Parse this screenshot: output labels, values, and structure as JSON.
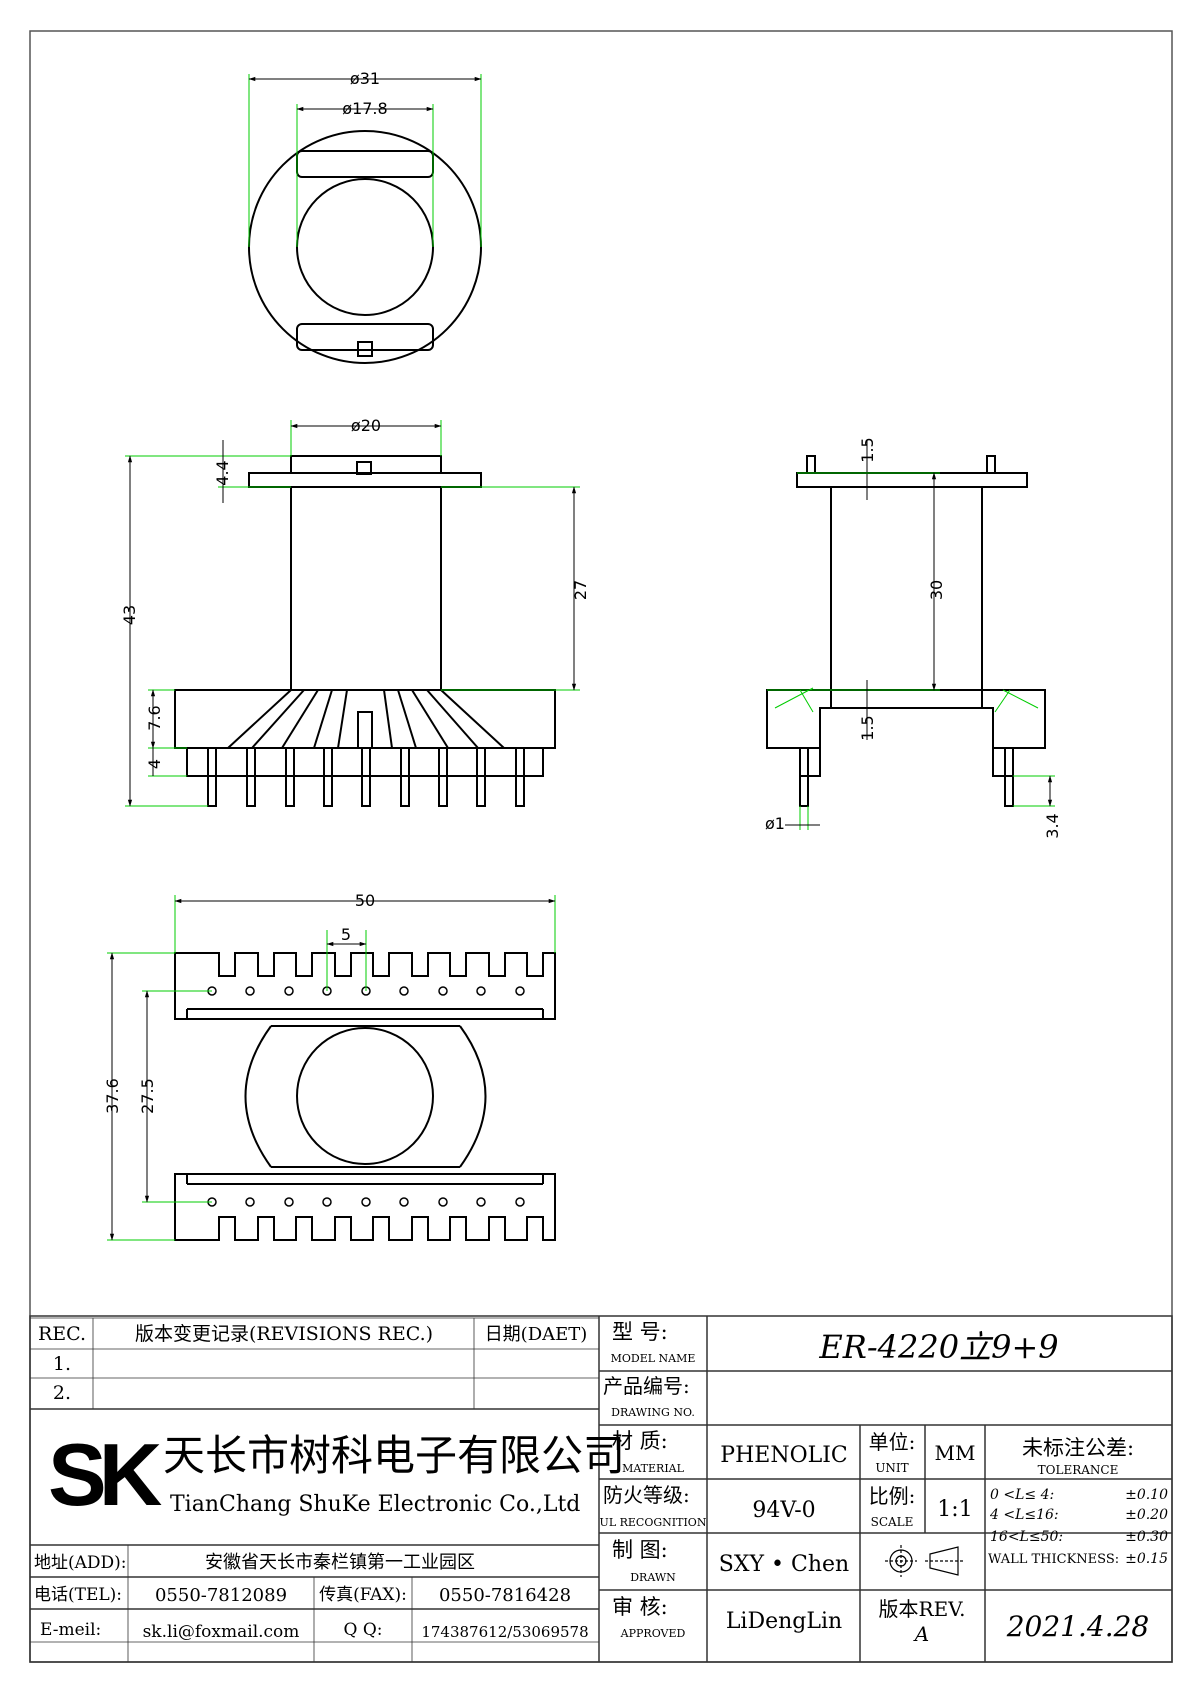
{
  "dimensions": {
    "top_outer_dia": "ø31",
    "top_inner_dia": "ø17.8",
    "side_flange_dia": "ø20",
    "flange_thickness": "4.4",
    "overall_height": "43",
    "winding_height": "27",
    "base_height": "7.6",
    "pin_length": "4",
    "right_top_flange": "1.5",
    "right_winding": "30",
    "right_bottom_flange": "1.5",
    "pin_dia": "ø1",
    "pin_protrusion": "3.4",
    "base_width": "50",
    "pin_pitch": "5",
    "base_depth": "37.6",
    "pin_row_spacing": "27.5"
  },
  "title_block": {
    "rev_header": "REC.",
    "rev_desc_header": "版本变更记录(REVISIONS REC.)",
    "rev_date_header": "日期(DAET)",
    "rev_rows": [
      "1.",
      "2."
    ],
    "company_logo": "SK",
    "company_cn": "天长市树科电子有限公司",
    "company_en": "TianChang ShuKe Electronic Co.,Ltd",
    "addr_label": "地址(ADD):",
    "addr_value": "安徽省天长市秦栏镇第一工业园区",
    "tel_label": "电话(TEL):",
    "tel_value": "0550-7812089",
    "fax_label": "传真(FAX):",
    "fax_value": "0550-7816428",
    "email_label": "E-meil:",
    "email_value": "sk.li@foxmail.com",
    "qq_label": "Q Q:",
    "qq_value": "174387612/53069578",
    "model_label_cn": "型    号:",
    "model_label_en": "MODEL NAME",
    "model_value": "ER-4220立9+9",
    "drawing_label_cn": "产品编号:",
    "drawing_label_en": "DRAWING NO.",
    "drawing_value": "",
    "material_label_cn": "材    质:",
    "material_label_en": "MATERIAL",
    "material_value": "PHENOLIC",
    "unit_label_cn": "单位:",
    "unit_label_en": "UNIT",
    "unit_value": "MM",
    "ul_label_cn": "防火等级:",
    "ul_label_en": "UL RECOGNITION",
    "ul_value": "94V-0",
    "scale_label_cn": "比例:",
    "scale_label_en": "SCALE",
    "scale_value": "1:1",
    "drawn_label_cn": "制    图:",
    "drawn_label_en": "DRAWN",
    "drawn_value": "SXY • Chen",
    "approved_label_cn": "审    核:",
    "approved_label_en": "APPROVED",
    "approved_value": "LiDengLin",
    "rev_label": "版本REV.",
    "rev_value": "A",
    "date_value": "2021.4.28",
    "tol_title": "未标注公差:",
    "tol_en": "TOLERANCE",
    "tol_rows": [
      {
        "range": "0  <L≤ 4:",
        "value": "±0.10"
      },
      {
        "range": "4  <L≤16:",
        "value": "±0.20"
      },
      {
        "range": "16<L≤50:",
        "value": "±0.30"
      }
    ],
    "wall_label": "WALL THICKNESS:",
    "wall_value": "±0.15"
  }
}
